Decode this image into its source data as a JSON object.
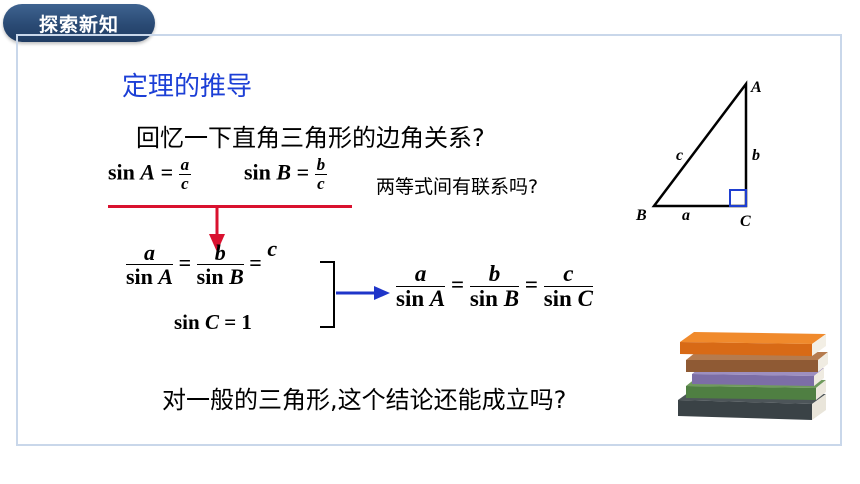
{
  "header": {
    "tab_label": "探索新知"
  },
  "main": {
    "section_title": "定理的推导",
    "recall_question": "回忆一下直角三角形的边角关系?",
    "formula_sin_a": {
      "lhs_fn": "sin",
      "lhs_var": "A",
      "eq": "=",
      "num": "a",
      "den": "c"
    },
    "formula_sin_b": {
      "lhs_fn": "sin",
      "lhs_var": "B",
      "eq": "=",
      "num": "b",
      "den": "c"
    },
    "equal_question": "两等式间有联系吗?",
    "derived": {
      "frac_a": {
        "num": "a",
        "den_fn": "sin",
        "den_var": "A"
      },
      "frac_b": {
        "num": "b",
        "den_fn": "sin",
        "den_var": "B"
      },
      "eq1": "=",
      "eq2": "=",
      "rhs": "c",
      "sinc_fn": "sin",
      "sinc_var": "C",
      "sinc_eq": "=",
      "sinc_val": "1"
    },
    "result": {
      "frac_a": {
        "num": "a",
        "den_fn": "sin",
        "den_var": "A"
      },
      "frac_b": {
        "num": "b",
        "den_fn": "sin",
        "den_var": "B"
      },
      "frac_c": {
        "num": "c",
        "den_fn": "sin",
        "den_var": "C"
      },
      "eq1": "=",
      "eq2": "="
    },
    "general_question": "对一般的三角形,这个结论还能成立吗?"
  },
  "triangle": {
    "vertex_a": "A",
    "vertex_b": "B",
    "vertex_c": "C",
    "side_a": "a",
    "side_b": "b",
    "side_c": "c"
  },
  "colors": {
    "tab_bg": "#2a4a74",
    "title_blue": "#1c3fd6",
    "frame_border": "#c9d7ea",
    "red_rule": "#d9112f",
    "blue_arrow": "#1f35c9",
    "right_angle": "#1f3fd0"
  }
}
